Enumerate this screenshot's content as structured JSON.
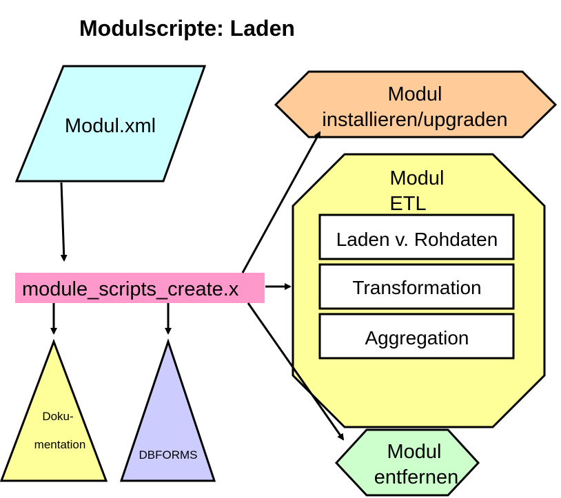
{
  "title": "Modulscripte: Laden",
  "nodes": {
    "modul_xml": "Modul.xml",
    "script": "module_scripts_create.x",
    "install": [
      "Modul",
      "installieren/upgraden"
    ],
    "etl": [
      "Modul",
      "ETL"
    ],
    "etl_steps": [
      "Laden v. Rohdaten",
      "Transformation",
      "Aggregation"
    ],
    "remove": [
      "Modul",
      "entfernen"
    ],
    "docs": [
      "Doku-",
      "mentation"
    ],
    "dbforms": "DBFORMS"
  },
  "colors": {
    "modul_xml_fill": "#ccffff",
    "script_fill": "#ff99cc",
    "install_fill": "#ffcc99",
    "etl_fill": "#ffff99",
    "remove_fill": "#ccffcc",
    "docs_fill": "#ffff99",
    "dbforms_fill": "#ccccff",
    "step_fill": "#ffffff",
    "stroke": "#000000"
  }
}
